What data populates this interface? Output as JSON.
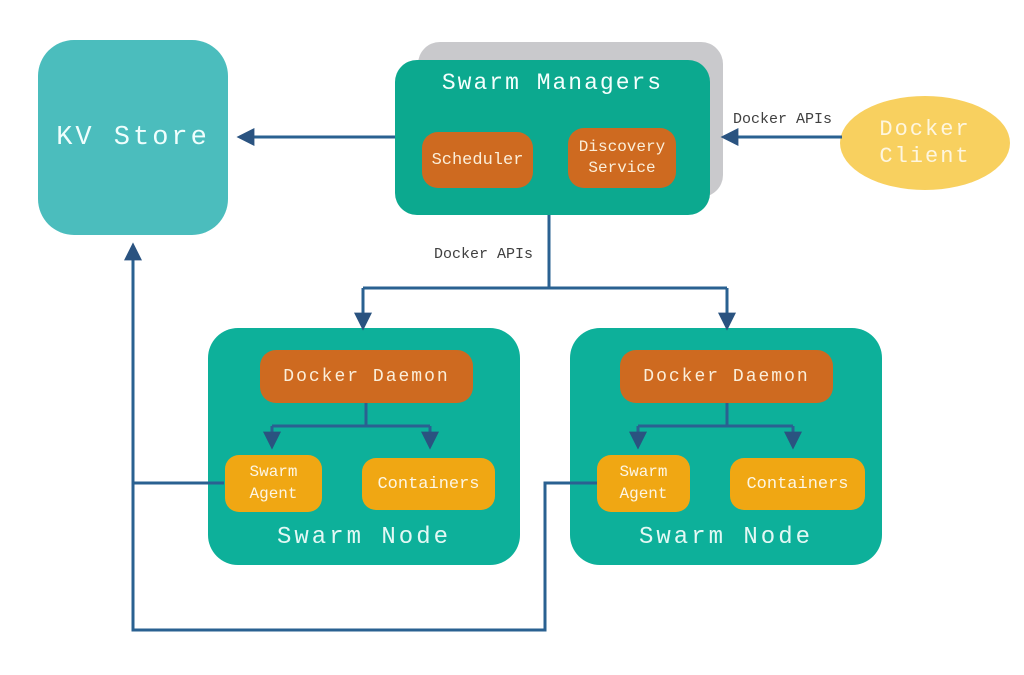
{
  "kv_store": {
    "label": "KV Store"
  },
  "swarm_managers": {
    "title": "Swarm Managers",
    "scheduler_label": "Scheduler",
    "discovery_label": "Discovery Service"
  },
  "docker_client": {
    "label": "Docker Client"
  },
  "labels": {
    "docker_apis_client": "Docker APIs",
    "docker_apis_nodes": "Docker APIs"
  },
  "nodes": [
    {
      "daemon": "Docker Daemon",
      "agent": "Swarm Agent",
      "containers": "Containers",
      "label": "Swarm Node"
    },
    {
      "daemon": "Docker Daemon",
      "agent": "Swarm Agent",
      "containers": "Containers",
      "label": "Swarm Node"
    }
  ],
  "colors": {
    "kv_store_fill": "#4BBDBD",
    "managers_fill": "#0CA98F",
    "node_fill": "#0DB09A",
    "orange_fill": "#CE6A20",
    "yellow_fill": "#F0A713",
    "client_fill": "#F8D05F",
    "shadow_gray": "#C9C9CC",
    "connector_blue": "#2A6191",
    "label_text": "#404040",
    "box_text": "#FFFFFF"
  }
}
